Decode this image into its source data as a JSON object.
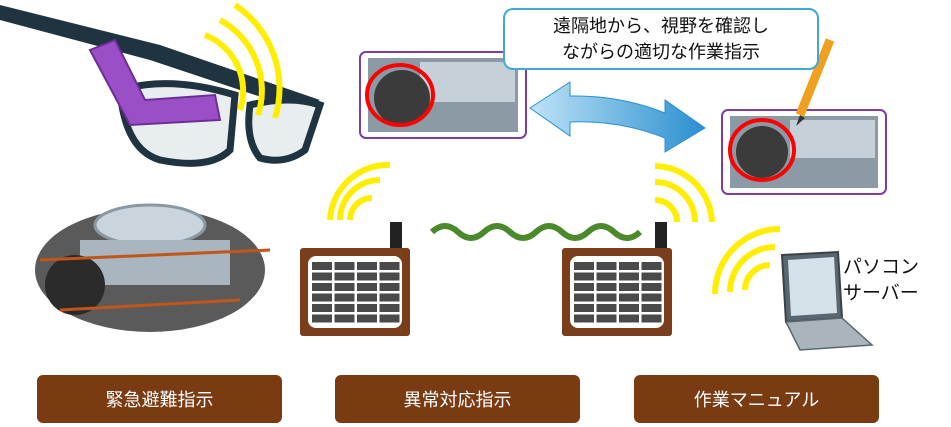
{
  "callout": {
    "line1": "遠隔地から、視野を確認し",
    "line2": "ながらの適切な作業指示"
  },
  "pc_label": {
    "line1": "パソコン",
    "line2": "サーバー"
  },
  "buttons": [
    {
      "label": "緊急避難指示"
    },
    {
      "label": "異常対応指示"
    },
    {
      "label": "作業マニュアル"
    }
  ],
  "colors": {
    "button": "#7a3a12",
    "wireless": "#ffee00",
    "link_wave": "#4a8a2a",
    "callout_border": "#3fa9d6",
    "frame": "#7b3fa0"
  }
}
